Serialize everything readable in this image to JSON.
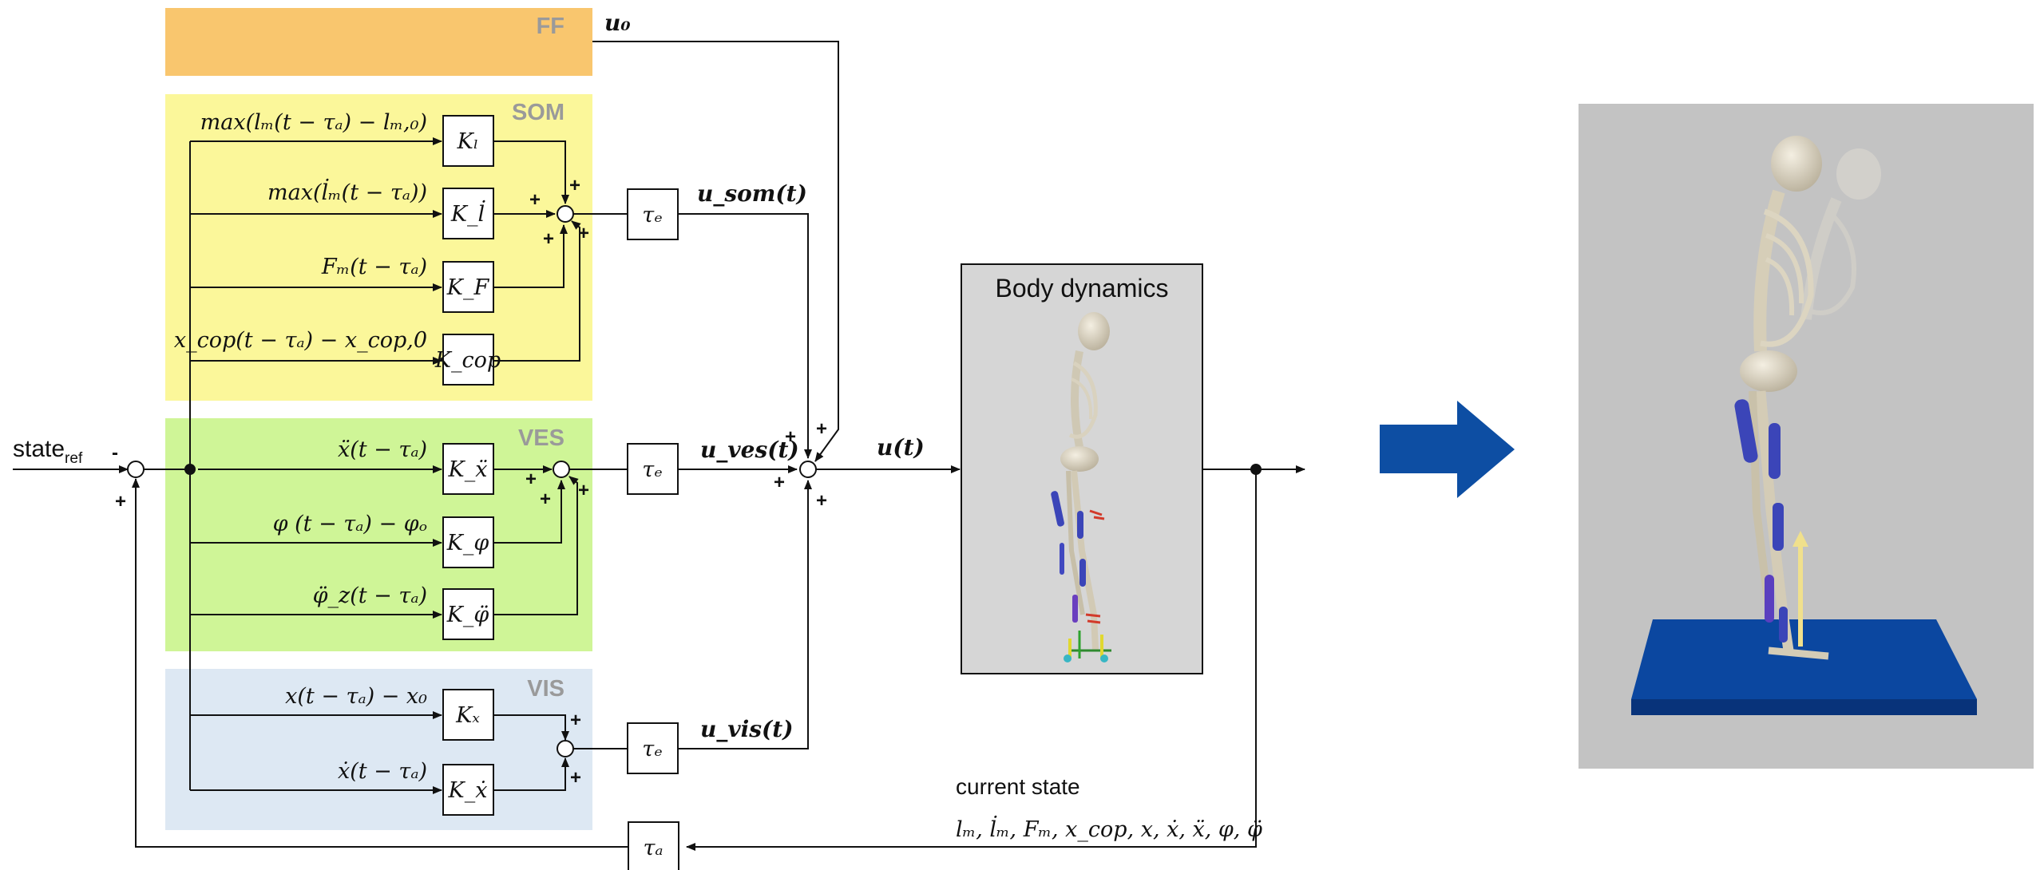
{
  "panels": {
    "ff": "FF",
    "som": "SOM",
    "ves": "VES",
    "vis": "VIS"
  },
  "colors": {
    "ff": "#F9C66E",
    "som": "#FBF79A",
    "ves": "#CFF597",
    "vis": "#DDE8F3",
    "arrow": "#0D4EA3",
    "body_panel_small": "#d6d6d6",
    "body_panel_large": "#c3c3c3",
    "platform": "#0B47A0"
  },
  "inputs": {
    "state_ref_main": "state",
    "state_ref_sub": "ref",
    "minus": "-",
    "plus": "+"
  },
  "signals": {
    "u0": "u₀",
    "usom": "u_som(t)",
    "uves": "u_ves(t)",
    "uvis": "u_vis(t)",
    "u": "u(t)"
  },
  "som": {
    "rows": [
      {
        "label": "max(lₘ(t − τₐ) − lₘ,₀)",
        "gain": "Kₗ"
      },
      {
        "label": "max(l̇ₘ(t − τₐ))",
        "gain": "K_l̇"
      },
      {
        "label": "Fₘ(t − τₐ)",
        "gain": "K_F"
      },
      {
        "label": "x_cop(t − τₐ) − x_cop,0",
        "gain": "K_cop"
      }
    ]
  },
  "ves": {
    "rows": [
      {
        "label": "ẍ(t − τₐ)",
        "gain": "K_ẍ"
      },
      {
        "label": "φ (t − τₐ) − φₒ",
        "gain": "K_φ"
      },
      {
        "label": "φ̈_z(t − τₐ)",
        "gain": "K_φ̈"
      }
    ]
  },
  "vis": {
    "rows": [
      {
        "label": "x(t − τₐ) − x₀",
        "gain": "Kₓ"
      },
      {
        "label": "ẋ(t − τₐ)",
        "gain": "K_ẋ"
      }
    ]
  },
  "delays": {
    "tau_e": "τₑ",
    "tau_a": "τₐ"
  },
  "body_dynamics": {
    "title": "Body dynamics"
  },
  "feedback": {
    "title": "current state",
    "states": "lₘ, l̇ₘ, Fₘ, x_cop, x, ẋ, ẍ, φ, φ̈"
  }
}
